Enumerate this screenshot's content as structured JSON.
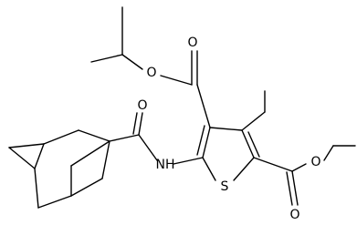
{
  "molecule": {
    "atoms": [
      {
        "id": "nh",
        "label": "NH"
      },
      {
        "id": "s",
        "label": "S"
      },
      {
        "id": "o_amide",
        "label": "O"
      },
      {
        "id": "o_ester1_carbonyl",
        "label": "O"
      },
      {
        "id": "o_ester1_single",
        "label": "O"
      },
      {
        "id": "o_ester2_single",
        "label": "O"
      },
      {
        "id": "o_ester2_carbonyl",
        "label": "O"
      }
    ],
    "colors": {
      "bond": "#000000",
      "label": "#000000",
      "background": "#ffffff"
    }
  }
}
